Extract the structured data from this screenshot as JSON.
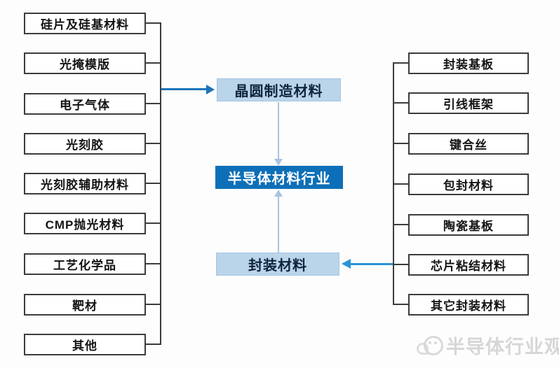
{
  "diagram": {
    "center": {
      "wafer_label": "晶圆制造材料",
      "industry_label": "半导体材料行业",
      "packaging_label": "封装材料"
    },
    "left_column": {
      "items": [
        "硅片及硅基材料",
        "光掩模版",
        "电子气体",
        "光刻胶",
        "光刻胶辅助材料",
        "CMP抛光材料",
        "工艺化学品",
        "靶材",
        "其他"
      ]
    },
    "right_column": {
      "items": [
        "封装基板",
        "引线框架",
        "键合丝",
        "包封材料",
        "陶瓷基板",
        "芯片粘结材料",
        "其它封装材料"
      ]
    },
    "watermark": {
      "text": "半导体行业观察",
      "logo": "chat-bubble-face-icon"
    },
    "colors": {
      "light_blue_fill": "#bad4ea",
      "dark_blue_fill": "#0d6fb8",
      "arrow_blue_left": "#1c74ba",
      "arrow_blue_right": "#2a93d8",
      "arrow_light_blue": "#a8c4e0",
      "box_border": "#3c3c3c",
      "watermark_gray": "#d6d6d6"
    }
  }
}
